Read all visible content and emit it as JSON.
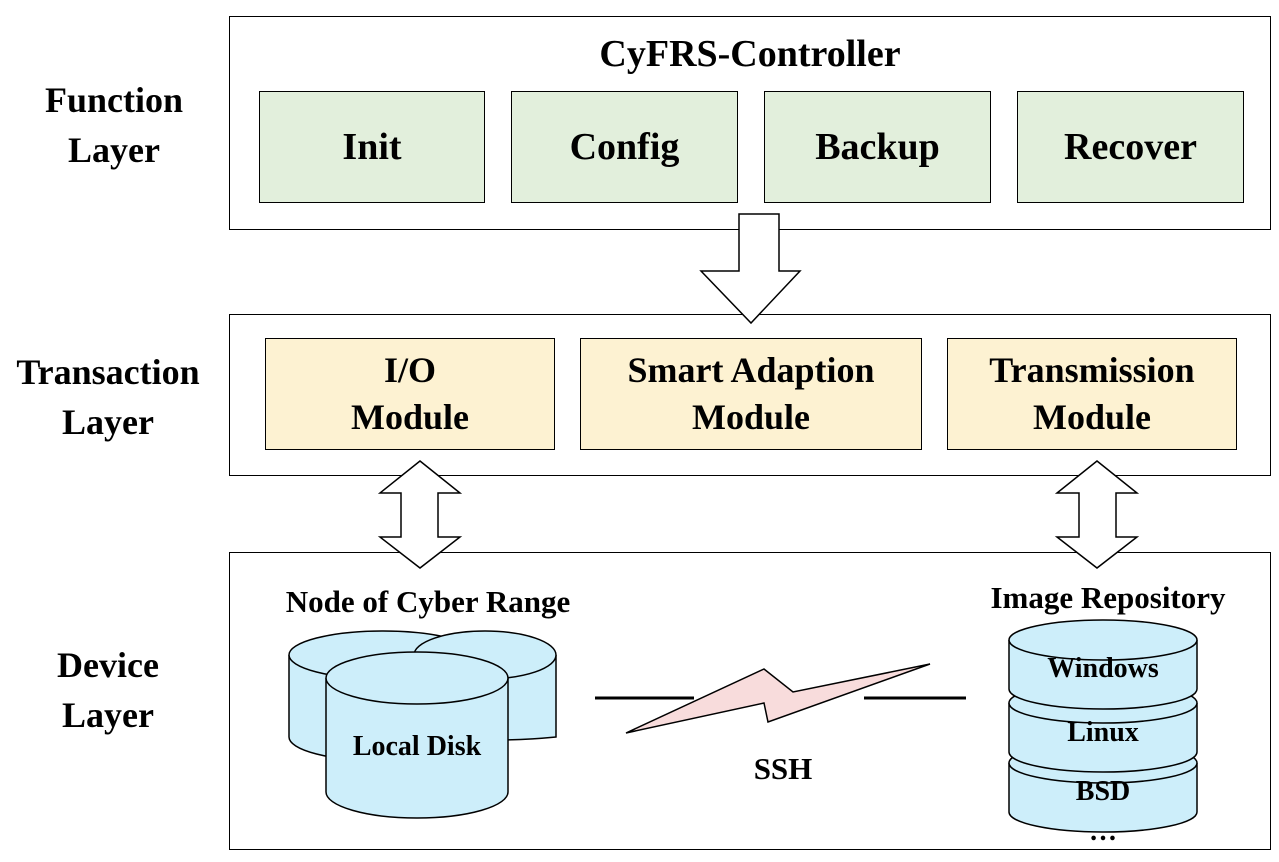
{
  "layers": {
    "function": "Function\nLayer",
    "transaction": "Transaction\nLayer",
    "device": "Device\nLayer"
  },
  "controller": {
    "title": "CyFRS-Controller",
    "modules": [
      "Init",
      "Config",
      "Backup",
      "Recover"
    ]
  },
  "transaction_modules": [
    "I/O\nModule",
    "Smart Adaption\nModule",
    "Transmission\nModule"
  ],
  "device": {
    "node_title": "Node of Cyber Range",
    "disk_label": "Local Disk",
    "link_label": "SSH",
    "repo_title": "Image Repository",
    "repo_items": [
      "Windows",
      "Linux",
      "BSD"
    ],
    "repo_more": "…"
  },
  "colors": {
    "function_box": "#e2efdc",
    "transaction_box": "#fdf2d2",
    "disk": "#cdeefa",
    "lightning": "#f8dcdc"
  }
}
